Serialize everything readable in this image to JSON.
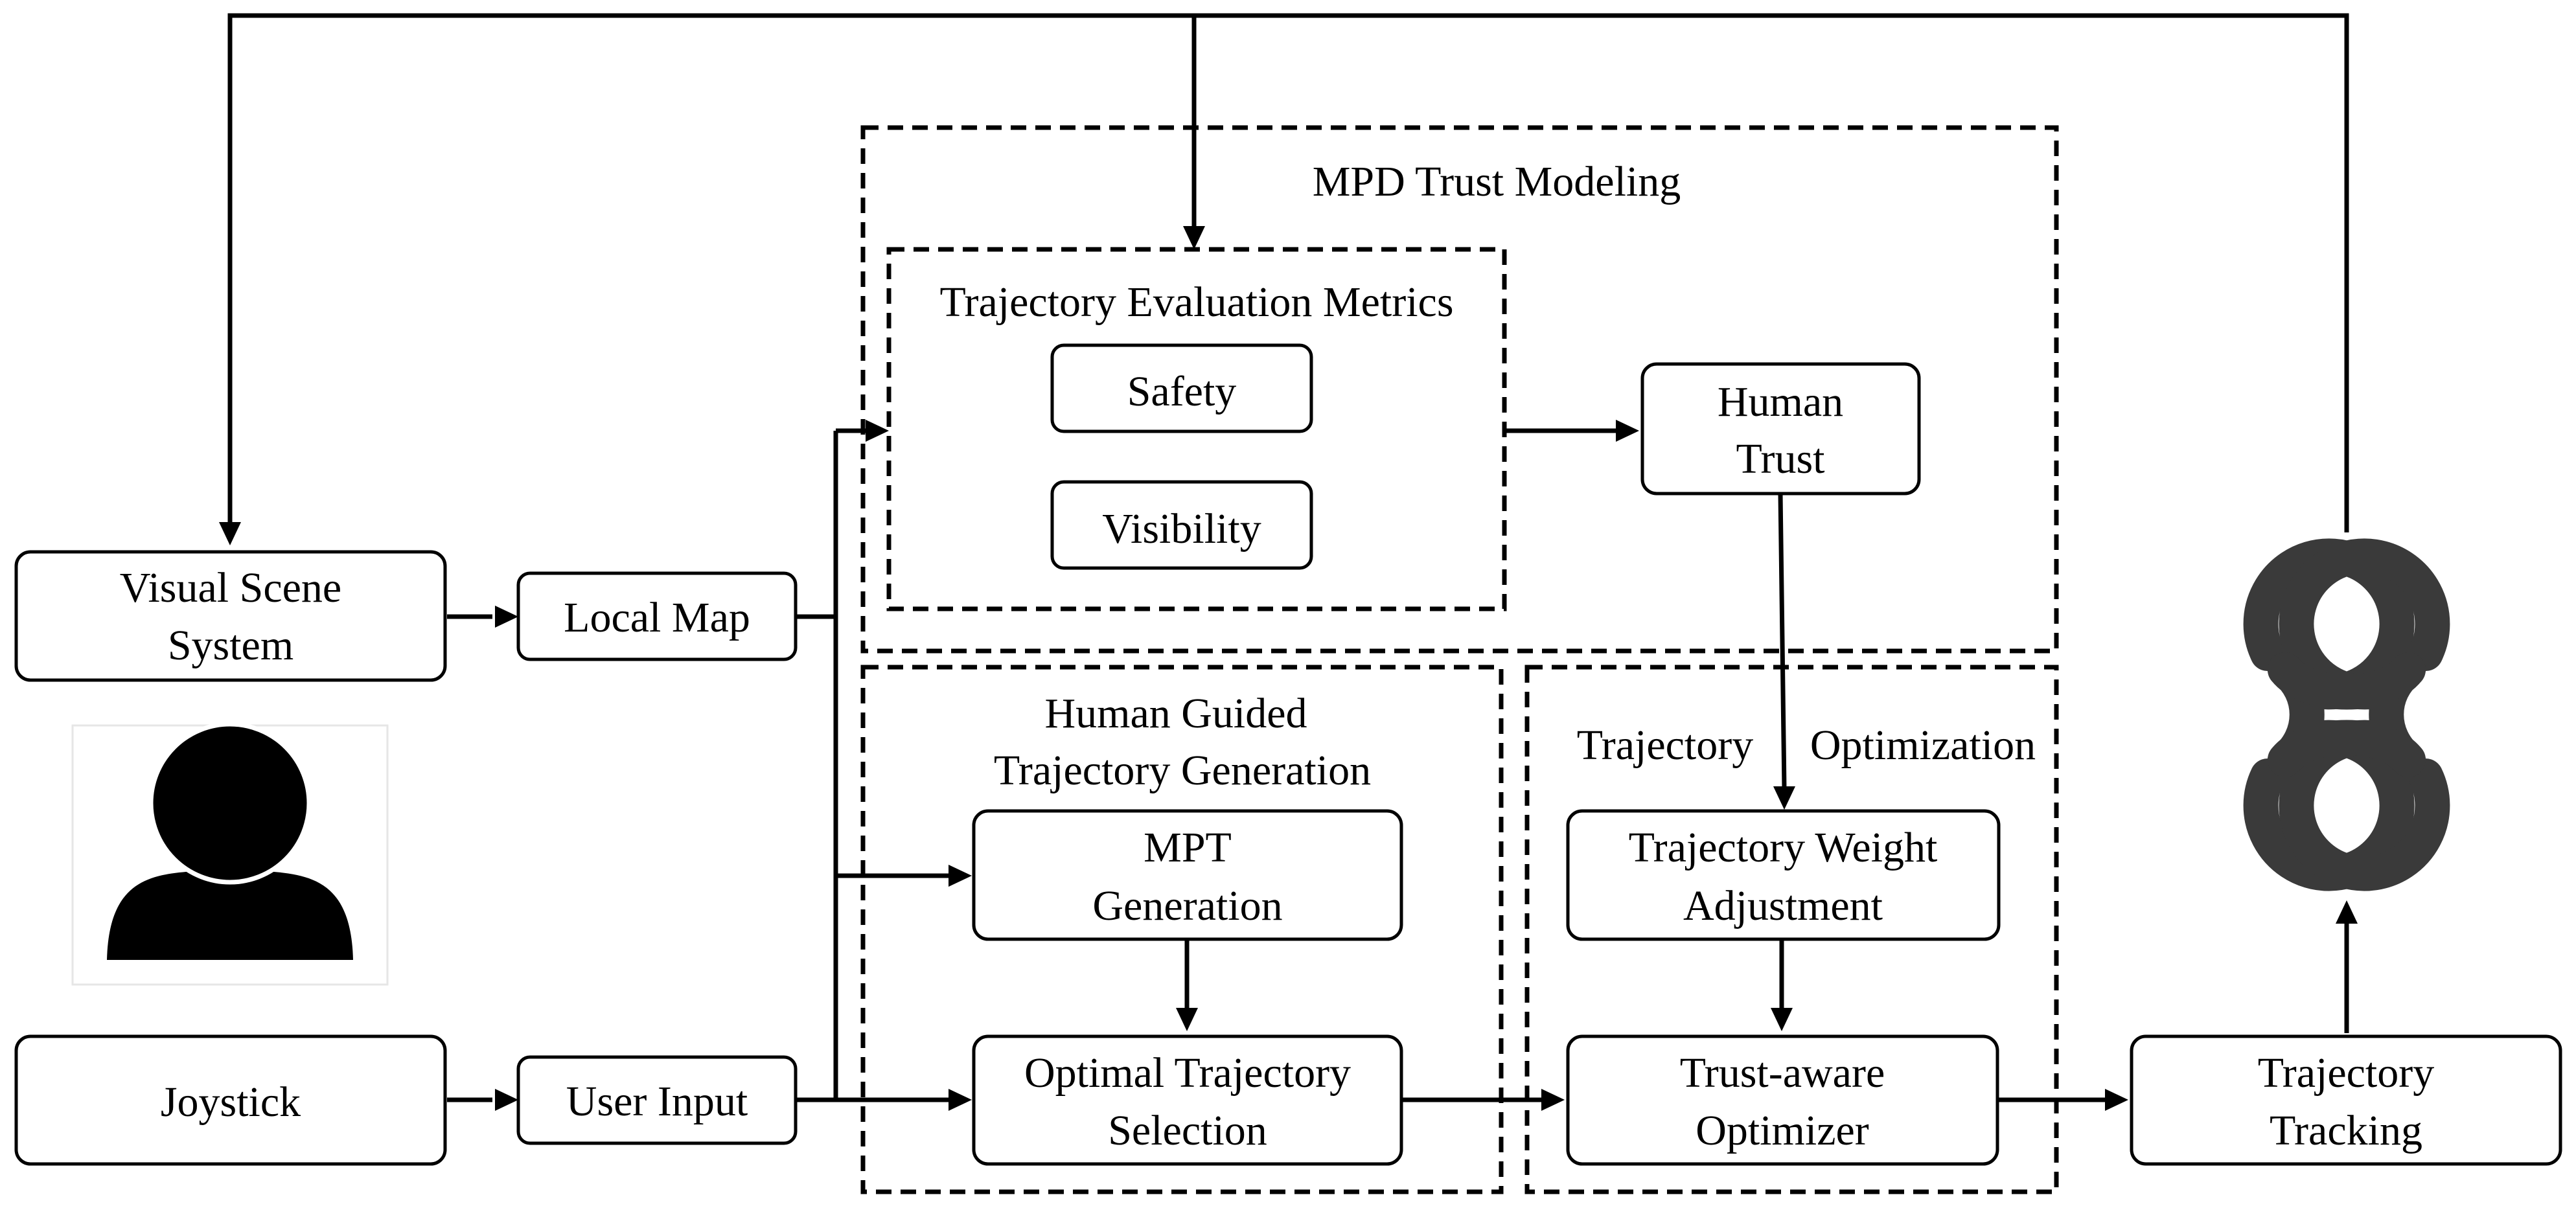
{
  "groups": {
    "trust_modeling": "MPD Trust Modeling",
    "evaluation_metrics": "Trajectory Evaluation Metrics",
    "generation": [
      "Human Guided",
      "Trajectory Generation"
    ],
    "optimization": [
      "Trajectory",
      "Optimization"
    ]
  },
  "nodes": {
    "visual_scene": [
      "Visual Scene",
      "System"
    ],
    "local_map": "Local Map",
    "joystick": "Joystick",
    "user_input": "User Input",
    "safety": "Safety",
    "visibility": "Visibility",
    "human_trust": [
      "Human",
      "Trust"
    ],
    "mpt_generation": [
      "MPT",
      "Generation"
    ],
    "optimal_selection": [
      "Optimal Trajectory",
      "Selection"
    ],
    "weight_adjustment": [
      "Trajectory Weight",
      "Adjustment"
    ],
    "trust_optimizer": [
      "Trust-aware",
      "Optimizer"
    ],
    "trajectory_tracking": [
      "Trajectory",
      "Tracking"
    ]
  },
  "icons": {
    "user": "user-silhouette-icon",
    "drone": "quadcopter-drone-icon"
  }
}
